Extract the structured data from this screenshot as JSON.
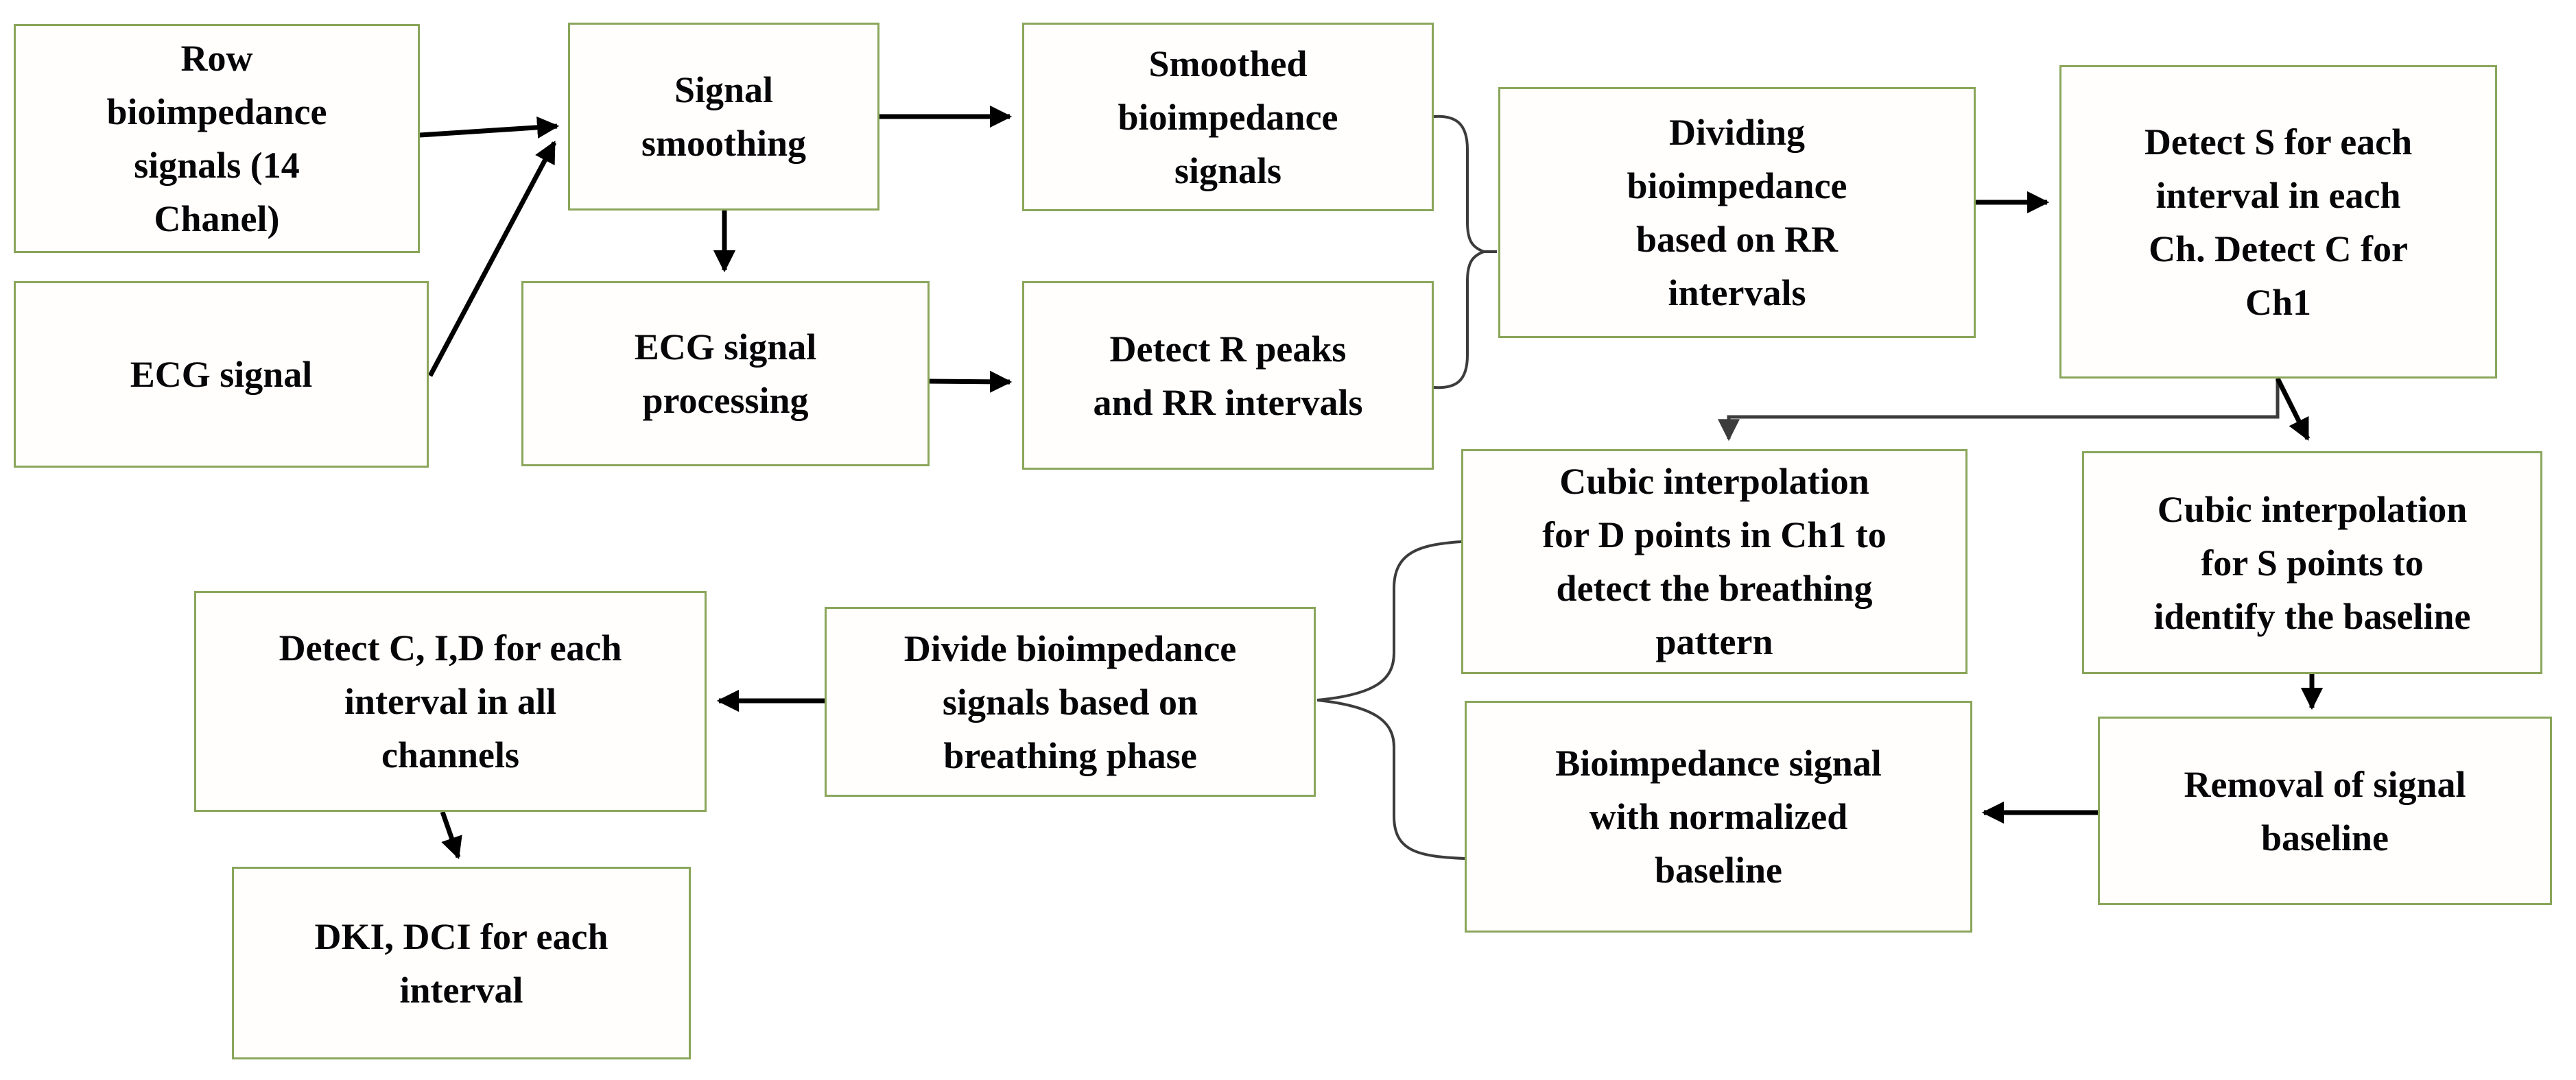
{
  "colors": {
    "box_border": "#8aa65b",
    "box_fill": "#fffefd",
    "text_color": "#060608",
    "connector": "#000000",
    "connector_soft": "#3c3c3c"
  },
  "nodes": [
    {
      "id": "raw-bioimpedance",
      "label": "Row\nbioimpedance\nsignals (14\nChanel)"
    },
    {
      "id": "ecg-signal",
      "label": "ECG signal"
    },
    {
      "id": "signal-smoothing",
      "label": "Signal\nsmoothing"
    },
    {
      "id": "ecg-signal-processing",
      "label": "ECG signal\nprocessing"
    },
    {
      "id": "smoothed-bioimpedance",
      "label": "Smoothed\nbioimpedance\nsignals"
    },
    {
      "id": "detect-r-peaks",
      "label": "Detect R peaks\nand RR intervals"
    },
    {
      "id": "dividing-bioimpedance",
      "label": "Dividing\nbioimpedance\nbased on RR\nintervals"
    },
    {
      "id": "detect-s",
      "label": "Detect S for each\ninterval in each\nCh. Detect C for\nCh1"
    },
    {
      "id": "cubic-interpolation-d",
      "label": "Cubic interpolation\nfor D points in Ch1 to\ndetect the breathing\npattern"
    },
    {
      "id": "cubic-interpolation-s",
      "label": "Cubic interpolation\nfor S points to\nidentify the baseline"
    },
    {
      "id": "removal-baseline",
      "label": "Removal of signal\nbaseline"
    },
    {
      "id": "bioimpedance-normalized",
      "label": "Bioimpedance signal\nwith normalized\nbaseline"
    },
    {
      "id": "divide-breathing",
      "label": "Divide bioimpedance\nsignals based on\nbreathing phase"
    },
    {
      "id": "detect-cid",
      "label": "Detect C, I,D for each\ninterval in all\nchannels"
    },
    {
      "id": "dki-dci",
      "label": "DKI, DCI for each\ninterval"
    }
  ],
  "edges": [
    {
      "from": "raw-bioimpedance",
      "to": "signal-smoothing",
      "type": "arrow"
    },
    {
      "from": "ecg-signal",
      "to": "signal-smoothing",
      "type": "arrow"
    },
    {
      "from": "signal-smoothing",
      "to": "smoothed-bioimpedance",
      "type": "arrow"
    },
    {
      "from": "signal-smoothing",
      "to": "ecg-signal-processing",
      "type": "arrow"
    },
    {
      "from": "ecg-signal-processing",
      "to": "detect-r-peaks",
      "type": "arrow"
    },
    {
      "from": "smoothed-bioimpedance + detect-r-peaks",
      "to": "dividing-bioimpedance",
      "type": "brace-merge"
    },
    {
      "from": "dividing-bioimpedance",
      "to": "detect-s",
      "type": "arrow"
    },
    {
      "from": "detect-s",
      "to": "cubic-interpolation-d",
      "type": "elbow-arrow"
    },
    {
      "from": "detect-s",
      "to": "cubic-interpolation-s",
      "type": "arrow"
    },
    {
      "from": "cubic-interpolation-s",
      "to": "removal-baseline",
      "type": "arrow"
    },
    {
      "from": "removal-baseline",
      "to": "bioimpedance-normalized",
      "type": "arrow"
    },
    {
      "from": "cubic-interpolation-d + bioimpedance-normalized",
      "to": "divide-breathing",
      "type": "brace-merge"
    },
    {
      "from": "divide-breathing",
      "to": "detect-cid",
      "type": "arrow"
    },
    {
      "from": "detect-cid",
      "to": "dki-dci",
      "type": "arrow"
    }
  ]
}
